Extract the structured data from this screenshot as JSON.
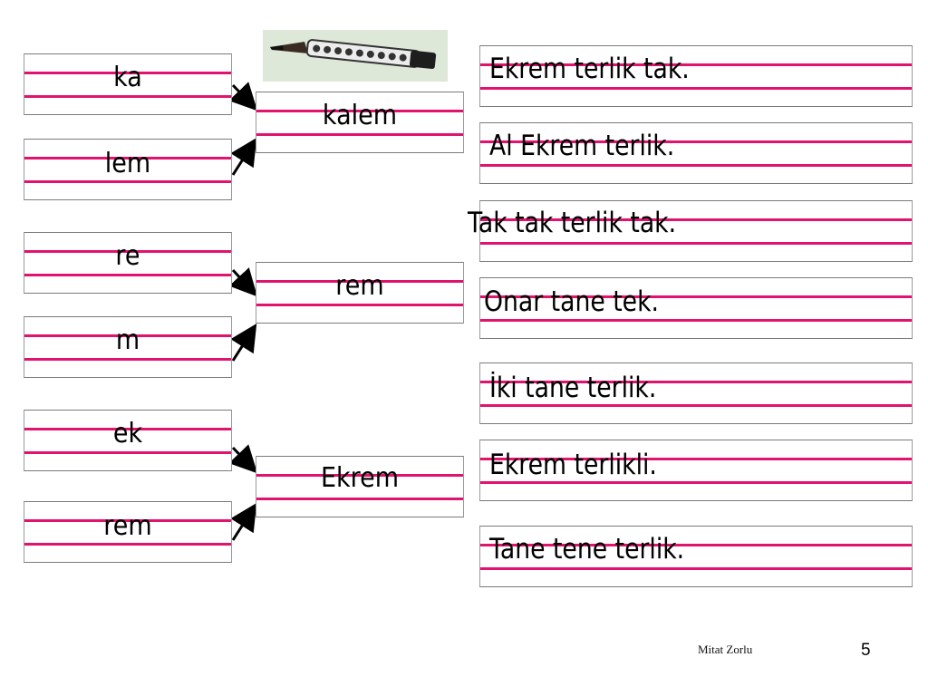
{
  "syllables": [
    {
      "text": "ka"
    },
    {
      "text": "lem"
    },
    {
      "text": "re"
    },
    {
      "text": "m"
    },
    {
      "text": "ek"
    },
    {
      "text": "rem"
    }
  ],
  "words": [
    {
      "text": "kalem"
    },
    {
      "text": "rem"
    },
    {
      "text": "Ekrem"
    }
  ],
  "sentences": [
    {
      "text": "Ekrem terlik tak."
    },
    {
      "text": "Al Ekrem terlik."
    },
    {
      "text": "Tak tak terlik tak."
    },
    {
      "text": "Onar tane tek."
    },
    {
      "text": "İki tane terlik."
    },
    {
      "text": "Ekrem terlikli."
    },
    {
      "text": "Tane tene terlik."
    }
  ],
  "footer": {
    "author": "Mitat Zorlu",
    "page_number": "5"
  },
  "colors": {
    "ruling_line": "#e2136e",
    "text": "#000000",
    "box_border": "#7a7a7a"
  },
  "icons": {
    "pencil": "pencil-icon"
  }
}
